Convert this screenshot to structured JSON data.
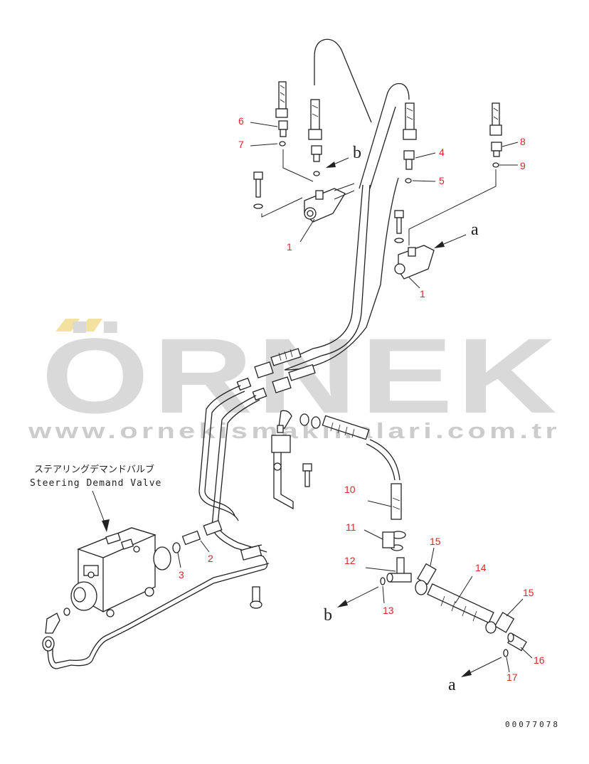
{
  "watermark": {
    "brand": "ÖRNEK",
    "url": "www.ornekismakinalari.com.tr",
    "umlaut_color": "#f3e1a0"
  },
  "valve_label": {
    "japanese": "ステアリングデマンドバルブ",
    "english": "Steering Demand Valve"
  },
  "drawing_number": "00077078",
  "part_numbers": [
    "1",
    "1",
    "2",
    "3",
    "4",
    "5",
    "6",
    "7",
    "8",
    "9",
    "10",
    "11",
    "12",
    "13",
    "14",
    "15",
    "15",
    "16",
    "17"
  ],
  "letters": [
    "a",
    "a",
    "b",
    "b"
  ],
  "colors": {
    "part_number": "#d42a2a",
    "line": "#222222",
    "watermark": "#d9d9d9"
  }
}
